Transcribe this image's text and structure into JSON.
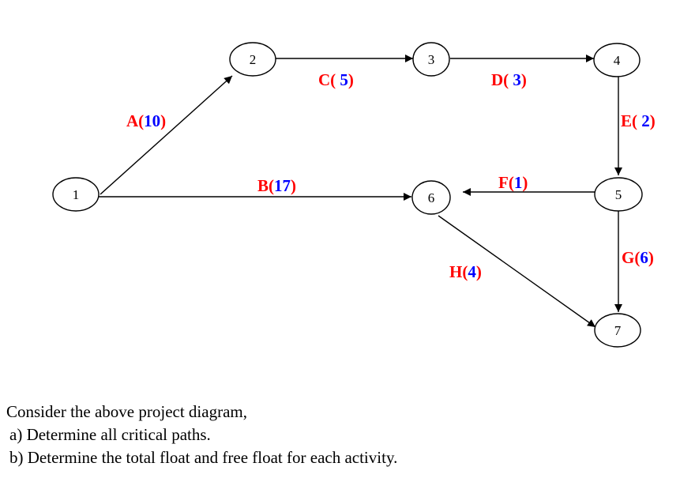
{
  "colors": {
    "activity_letter": "#ff0000",
    "duration": "#0000ff",
    "line": "#000000"
  },
  "nodes": [
    {
      "id": "1",
      "label": "1"
    },
    {
      "id": "2",
      "label": "2"
    },
    {
      "id": "3",
      "label": "3"
    },
    {
      "id": "4",
      "label": "4"
    },
    {
      "id": "5",
      "label": "5"
    },
    {
      "id": "6",
      "label": "6"
    },
    {
      "id": "7",
      "label": "7"
    }
  ],
  "activities": [
    {
      "id": "A",
      "from": "1",
      "to": "2",
      "name": "A",
      "duration": "10",
      "open": "(",
      "close": ")"
    },
    {
      "id": "B",
      "from": "1",
      "to": "6",
      "name": "B",
      "duration": "17",
      "open": "(",
      "close": ")"
    },
    {
      "id": "C",
      "from": "2",
      "to": "3",
      "name": "C",
      "duration": " 5",
      "open": "(",
      "close": ")"
    },
    {
      "id": "D",
      "from": "3",
      "to": "4",
      "name": "D",
      "duration": " 3",
      "open": "(",
      "close": ")"
    },
    {
      "id": "E",
      "from": "4",
      "to": "5",
      "name": "E",
      "duration": " 2",
      "open": "(",
      "close": ")"
    },
    {
      "id": "F",
      "from": "5",
      "to": "6",
      "name": "F",
      "duration": "1",
      "open": "(",
      "close": ")"
    },
    {
      "id": "G",
      "from": "5",
      "to": "7",
      "name": "G",
      "duration": "6",
      "open": "(",
      "close": ")"
    },
    {
      "id": "H",
      "from": "6",
      "to": "7",
      "name": "H",
      "duration": "4",
      "open": "(",
      "close": ")"
    }
  ],
  "question": {
    "intro": "Consider the above project diagram,",
    "part_a": "a)  Determine all critical paths.",
    "part_b": "b)  Determine the total float and free float for each activity."
  }
}
